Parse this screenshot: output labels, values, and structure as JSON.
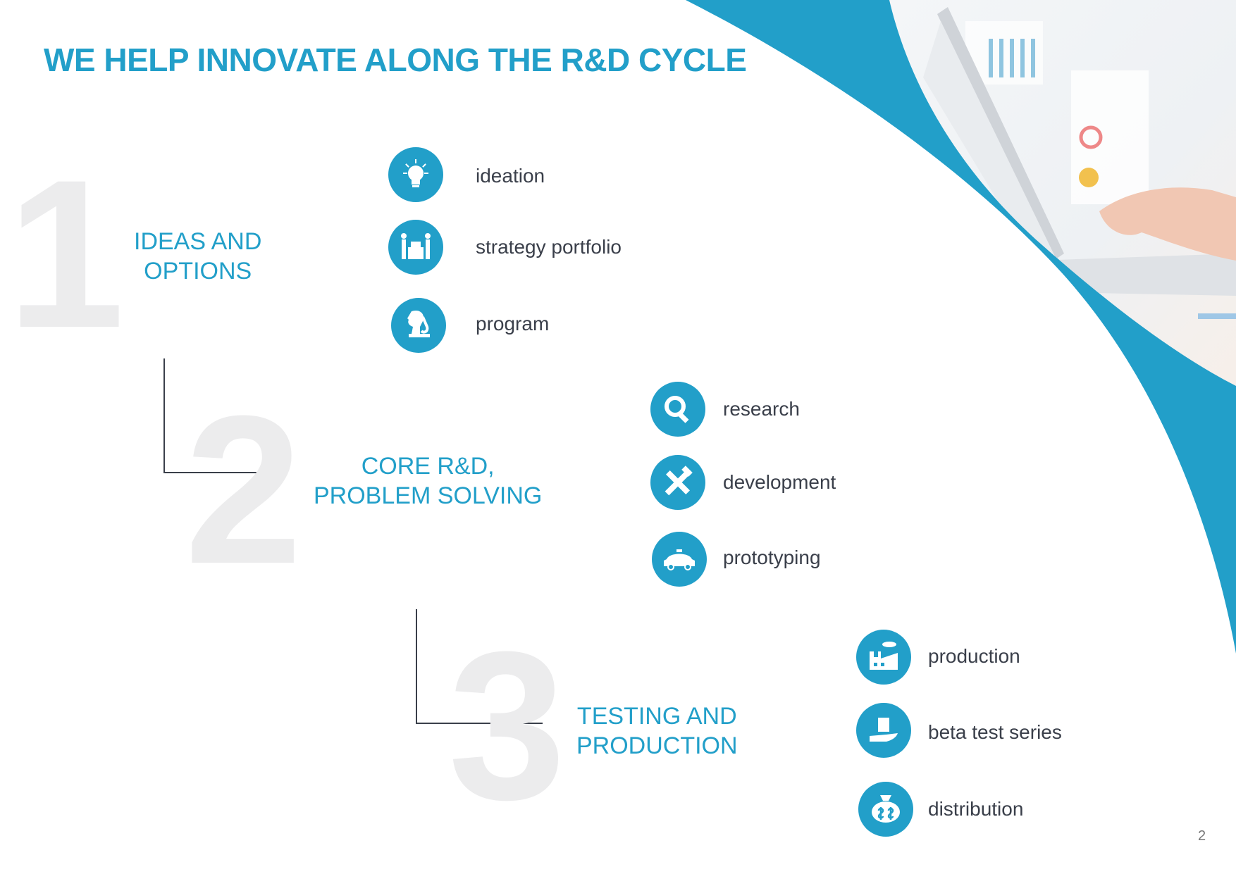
{
  "title": "WE HELP INNOVATE ALONG THE R&D CYCLE",
  "colors": {
    "accent": "#229fc9",
    "number": "#ececed",
    "text": "#3a3f4a"
  },
  "stages": [
    {
      "number": "1",
      "line1": "IDEAS AND",
      "line2": "OPTIONS",
      "items": [
        {
          "label": "ideation",
          "icon": "lightbulb-icon"
        },
        {
          "label": "strategy portfolio",
          "icon": "people-carrying-box-icon"
        },
        {
          "label": "program",
          "icon": "head-microscope-icon"
        }
      ]
    },
    {
      "number": "2",
      "line1": "CORE R&D,",
      "line2": "PROBLEM SOLVING",
      "items": [
        {
          "label": "research",
          "icon": "magnifier-icon"
        },
        {
          "label": "development",
          "icon": "tools-icon"
        },
        {
          "label": "prototyping",
          "icon": "car-icon"
        }
      ]
    },
    {
      "number": "3",
      "line1": "TESTING AND",
      "line2": "PRODUCTION",
      "items": [
        {
          "label": "production",
          "icon": "factory-icon"
        },
        {
          "label": "beta test series",
          "icon": "hand-box-icon"
        },
        {
          "label": "distribution",
          "icon": "money-bag-icon"
        }
      ]
    }
  ],
  "page_number": "2"
}
